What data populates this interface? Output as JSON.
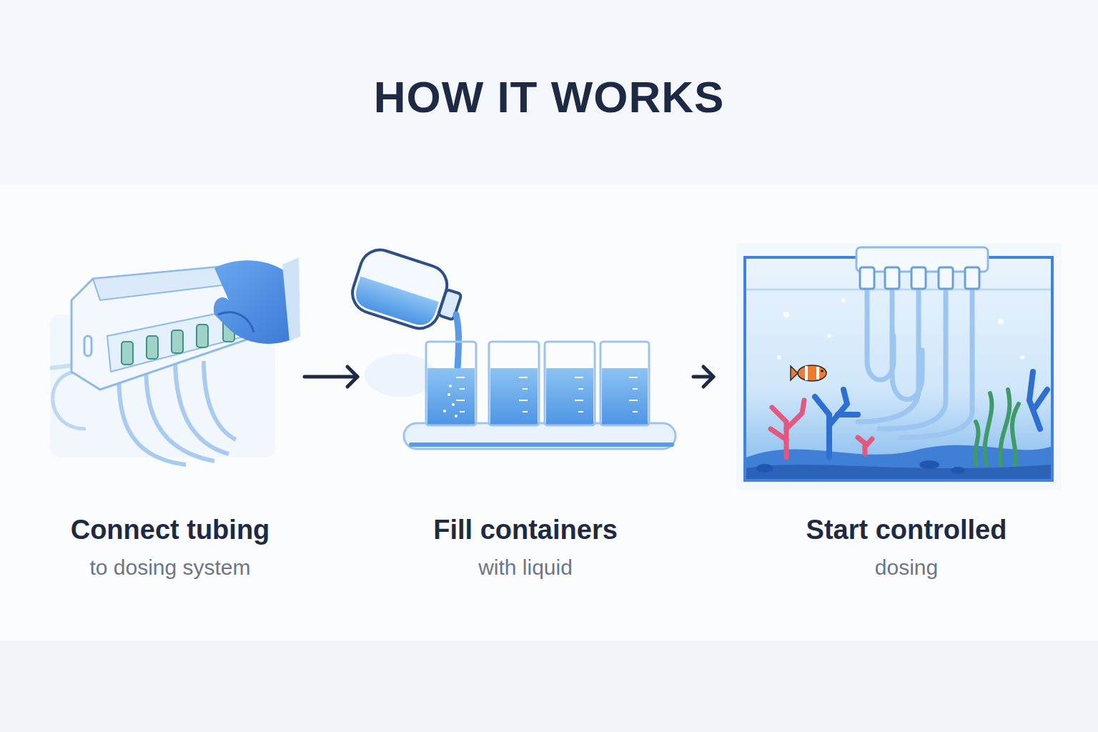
{
  "diagram": {
    "title": "HOW IT WORKS",
    "nodes": [
      {
        "text": [
          "Connect tubing",
          "to dosing system"
        ]
      },
      {
        "text": [
          "Fill containers",
          "with liquid"
        ]
      },
      {
        "text": [
          "Start controlled",
          "dosing"
        ]
      }
    ],
    "edges": [
      {
        "from": 0,
        "to": 1,
        "arrow": "to"
      },
      {
        "from": 1,
        "to": 2,
        "arrow": "to"
      }
    ]
  }
}
